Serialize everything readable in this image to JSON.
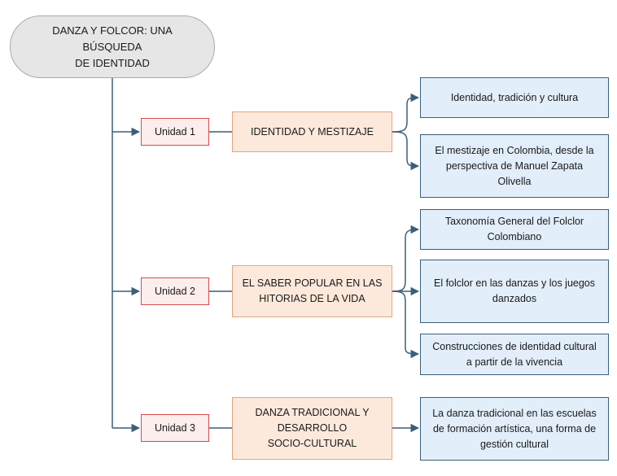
{
  "diagram": {
    "title": "DANZA Y FOLCOR: UNA BÚSQUEDA\nDE IDENTIDAD",
    "units": [
      {
        "label": "Unidad 1",
        "topic": "IDENTIDAD Y MESTIZAJE",
        "subtopics": [
          "Identidad, tradición y cultura",
          "El mestizaje en Colombia, desde la\nperspectiva de Manuel Zapata\nOlivella"
        ]
      },
      {
        "label": "Unidad 2",
        "topic": "EL SABER POPULAR EN LAS\nHITORIAS DE LA VIDA",
        "subtopics": [
          "Taxonomía  General del Folclor\nColombiano",
          "El folclor en las danzas y los juegos\ndanzados",
          "Construcciones de identidad cultural\na partir de la vivencia"
        ]
      },
      {
        "label": "Unidad 3",
        "topic": "DANZA TRADICIONAL  Y\nDESARROLLO\nSOCIO-CULTURAL",
        "subtopics": [
          "La danza tradicional en las escuelas\nde formación artística, una forma de\ngestión cultural"
        ]
      }
    ],
    "colors": {
      "connector": "#3b5f7a",
      "root_fill": "#e6e6e6",
      "unit_border": "#d94a4a",
      "unit_fill": "#fdeeee",
      "topic_fill": "#fde9db",
      "topic_border": "#e6a37e",
      "sub_fill": "#e2eefa",
      "sub_border": "#3b5f7a"
    }
  }
}
